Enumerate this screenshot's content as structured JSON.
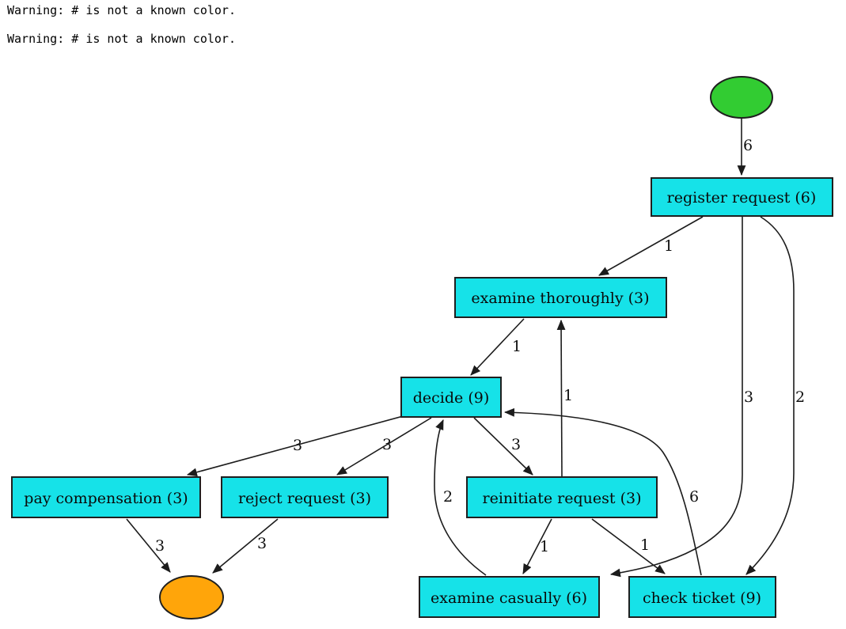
{
  "warnings": {
    "line1": "Warning: # is not a known color.",
    "line2": "Warning: # is not a known color."
  },
  "colors": {
    "activity_fill": "#16e2e8",
    "start_fill": "#32cc32",
    "end_fill": "#ffa50a",
    "edge_stroke": "#1c1c1c"
  },
  "graph": {
    "nodes": {
      "start": {
        "type": "start-ellipse",
        "label": ""
      },
      "end": {
        "type": "end-ellipse",
        "label": ""
      },
      "register_request": {
        "label": "register request (6)"
      },
      "examine_thoroughly": {
        "label": "examine thoroughly (3)"
      },
      "decide": {
        "label": "decide (9)"
      },
      "pay_compensation": {
        "label": "pay compensation (3)"
      },
      "reject_request": {
        "label": "reject request (3)"
      },
      "reinitiate_request": {
        "label": "reinitiate request (3)"
      },
      "examine_casually": {
        "label": "examine casually (6)"
      },
      "check_ticket": {
        "label": "check ticket (9)"
      }
    },
    "edges": {
      "start_to_register": {
        "from": "start",
        "to": "register_request",
        "label": "6"
      },
      "register_to_examine_thoroughly": {
        "from": "register_request",
        "to": "examine_thoroughly",
        "label": "1"
      },
      "register_to_examine_casually": {
        "from": "register_request",
        "to": "examine_casually",
        "label": "3"
      },
      "register_to_check_ticket": {
        "from": "register_request",
        "to": "check_ticket",
        "label": "2"
      },
      "examine_thoroughly_to_decide": {
        "from": "examine_thoroughly",
        "to": "decide",
        "label": "1"
      },
      "check_ticket_to_decide": {
        "from": "check_ticket",
        "to": "decide",
        "label": "6"
      },
      "examine_casually_to_decide": {
        "from": "examine_casually",
        "to": "decide",
        "label": "2"
      },
      "decide_to_pay_compensation": {
        "from": "decide",
        "to": "pay_compensation",
        "label": "3"
      },
      "decide_to_reject_request": {
        "from": "decide",
        "to": "reject_request",
        "label": "3"
      },
      "decide_to_reinitiate_request": {
        "from": "decide",
        "to": "reinitiate_request",
        "label": "3"
      },
      "reinitiate_to_examine_thoroughly": {
        "from": "reinitiate_request",
        "to": "examine_thoroughly",
        "label": "1"
      },
      "reinitiate_to_examine_casually": {
        "from": "reinitiate_request",
        "to": "examine_casually",
        "label": "1"
      },
      "reinitiate_to_check_ticket": {
        "from": "reinitiate_request",
        "to": "check_ticket",
        "label": "1"
      },
      "pay_compensation_to_end": {
        "from": "pay_compensation",
        "to": "end",
        "label": "3"
      },
      "reject_request_to_end": {
        "from": "reject_request",
        "to": "end",
        "label": "3"
      }
    }
  }
}
